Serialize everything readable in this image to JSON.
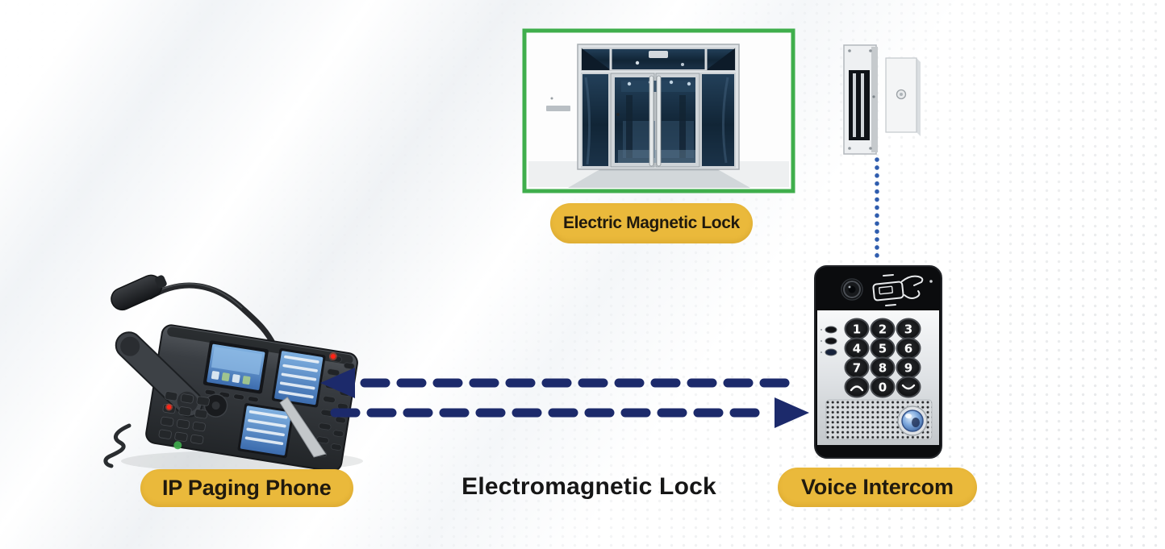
{
  "labels": {
    "door_badge": "Electric Magnetic Lock",
    "phone_badge": "IP Paging Phone",
    "intercom_badge": "Voice Intercom",
    "connection": "Electromagnetic Lock"
  },
  "intercom": {
    "keys": [
      "1",
      "2",
      "3",
      "4",
      "5",
      "6",
      "7",
      "8",
      "9",
      "0"
    ]
  },
  "icons": {
    "camera": "camera-lens-icon",
    "card_swipe": "card-swipe-hand-icon",
    "call_key": "call-handset-icon",
    "hangup_key": "hangup-handset-icon",
    "call_button": "call-button",
    "microphone": "gooseneck-microphone"
  },
  "colors": {
    "badge_bg": "#eab93b",
    "badge_text": "#201a0e",
    "frame_green": "#3fae4c",
    "arrow_navy": "#1c2a6b",
    "dot_blue": "#2f5dae",
    "label_text": "#161616"
  }
}
